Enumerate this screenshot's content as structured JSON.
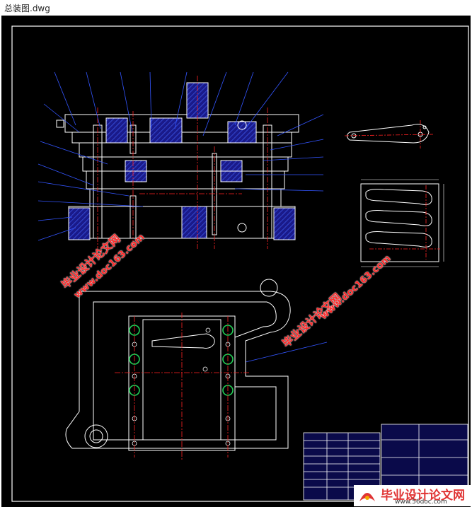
{
  "window": {
    "title": "总装图.dwg"
  },
  "watermarks": [
    {
      "text": "毕业设计论文网",
      "kind": "cn"
    },
    {
      "text": "www.doc163.com",
      "kind": "url"
    },
    {
      "text": "毕业设计论文网",
      "kind": "cn"
    },
    {
      "text": "www.doc163.com",
      "kind": "url"
    }
  ],
  "logo": {
    "name": "毕业设计论文网",
    "site": "www.56doc.com"
  },
  "colors": {
    "background": "#000000",
    "outline": "#ffffff",
    "centerline": "#ff2222",
    "leader": "#3355ff",
    "hatch": "#2233cc",
    "fastener": "#22cc55"
  }
}
